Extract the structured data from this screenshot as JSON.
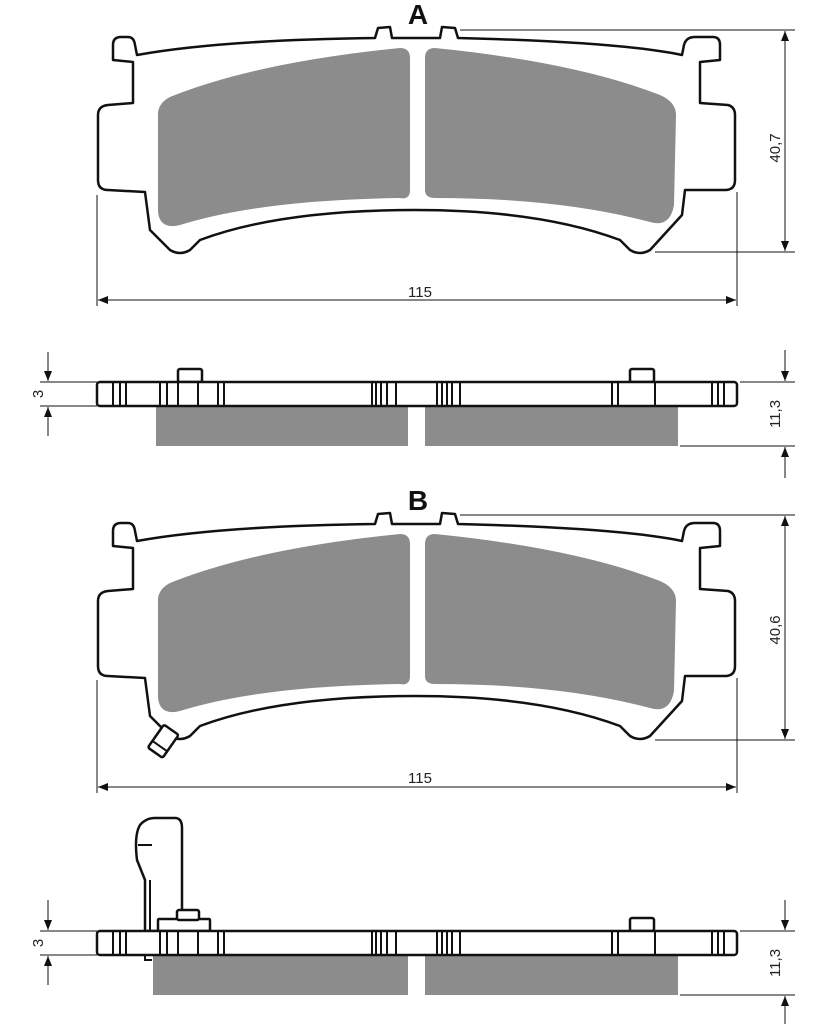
{
  "views": {
    "a": {
      "label": "A",
      "height": "40,7",
      "width": "115",
      "thickness_plate": "3",
      "thickness_total": "11,3"
    },
    "b": {
      "label": "B",
      "height": "40,6",
      "width": "115",
      "thickness_plate": "3",
      "thickness_total": "11,3"
    }
  },
  "colors": {
    "friction": "#8c8c8c",
    "outline": "#111111"
  }
}
